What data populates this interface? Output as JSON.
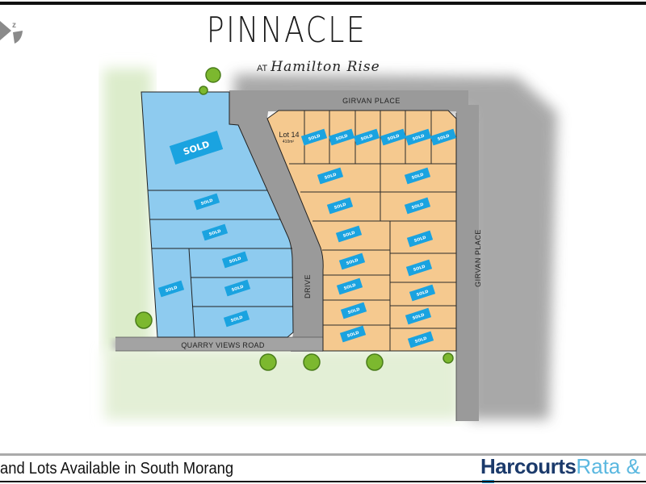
{
  "header": {
    "title": "PINNACLE",
    "subtitle_prefix": "AT",
    "subtitle_script": "Hamilton Rise",
    "logo_icon": "compass-logo-icon"
  },
  "map": {
    "roads": {
      "girvan_place_top": "GIRVAN PLACE",
      "girvan_place_side": "GIRVAN PLACE",
      "drive": "DRIVE",
      "quarry_views_road": "QUARRY VIEWS ROAD"
    },
    "lot14": {
      "label": "Lot 14",
      "area": "410m²"
    },
    "sold_label": "SOLD",
    "colors": {
      "sold_area": "#8ecbef",
      "available_area": "#f5c98f",
      "badge": "#1aa3e0",
      "road": "#9a9a9a"
    }
  },
  "footer": {
    "tagline": "and Lots Available in South Morang",
    "brand_main": "Harcourts",
    "brand_sub": "Rata & C"
  }
}
